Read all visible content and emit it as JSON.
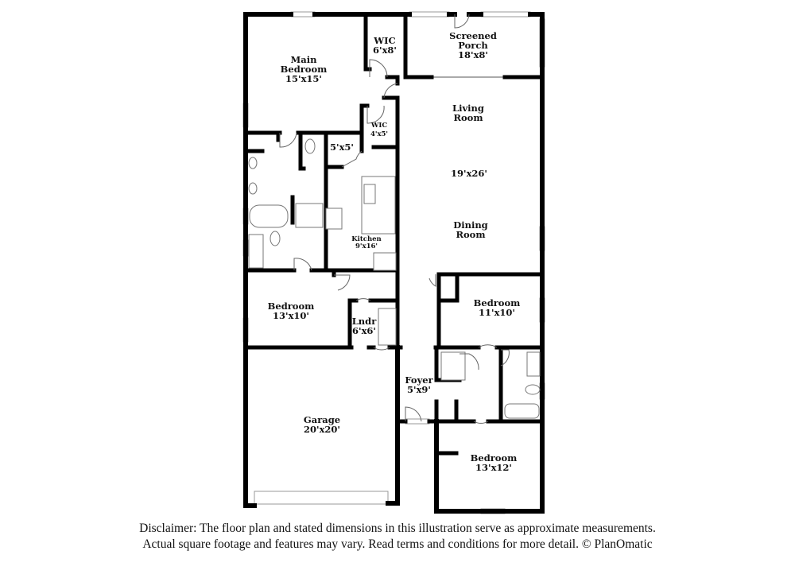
{
  "rooms": {
    "main_bedroom": {
      "name_1": "Main",
      "name_2": "Bedroom",
      "dims": "15'x15'"
    },
    "wic_large": {
      "name": "WIC",
      "dims": "6'x8'"
    },
    "screened_porch": {
      "name_1": "Screened",
      "name_2": "Porch",
      "dims": "18'x8'"
    },
    "living_room": {
      "name_1": "Living",
      "name_2": "Room"
    },
    "living_dining_dims": "19'x26'",
    "dining_room": {
      "name_1": "Dining",
      "name_2": "Room"
    },
    "wic_small": {
      "name": "WIC",
      "dims": "4'x5'"
    },
    "hall_closet": {
      "dims": "5'x5'"
    },
    "kitchen": {
      "name": "Kitchen",
      "dims": "9'x16'"
    },
    "bedroom_left": {
      "name": "Bedroom",
      "dims": "13'x10'"
    },
    "laundry": {
      "name": "Lndr",
      "dims": "6'x6'"
    },
    "bedroom_right_upper": {
      "name": "Bedroom",
      "dims": "11'x10'"
    },
    "foyer": {
      "name": "Foyer",
      "dims": "5'x9'"
    },
    "garage": {
      "name": "Garage",
      "dims": "20'x20'"
    },
    "bedroom_right_lower": {
      "name": "Bedroom",
      "dims": "13'x12'"
    }
  },
  "disclaimer": {
    "line_1": "Disclaimer: The floor plan and stated dimensions in this illustration serve as approximate measurements.",
    "line_2": "Actual square footage and features may vary. Read terms and conditions for more detail. © PlanOmatic"
  }
}
